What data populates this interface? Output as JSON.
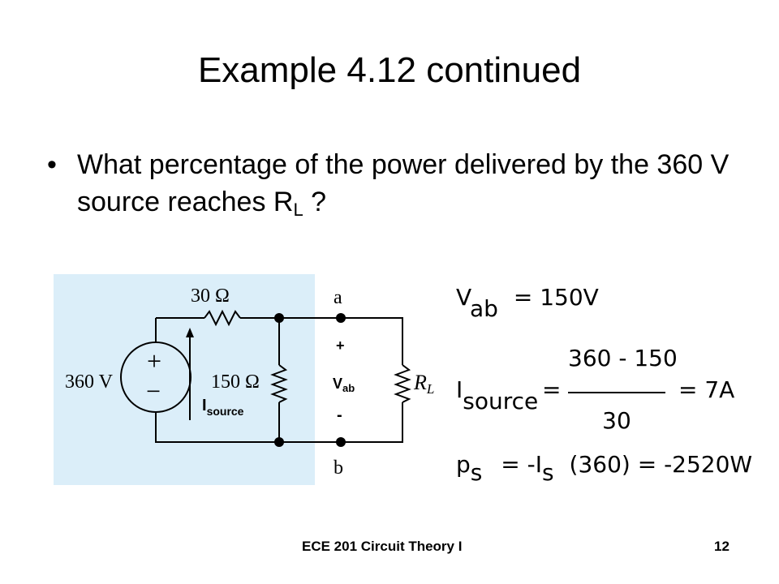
{
  "slide": {
    "title": "Example 4.12 continued",
    "bullet_marker": "•",
    "bullet_text_pre": "What percentage of the power delivered by the 360 V source reaches R",
    "bullet_sub": "L",
    "bullet_text_post": " ?"
  },
  "circuit": {
    "r_series": "30 Ω",
    "r_shunt": "150 Ω",
    "v_source": "360 V",
    "src_plus": "+",
    "src_minus": "−",
    "node_a": "a",
    "node_b": "b",
    "r_load": "R",
    "r_load_sub": "L",
    "isource_main": "I",
    "isource_sub": "source",
    "vab_plus": "+",
    "vab_main": "V",
    "vab_sub": "ab",
    "vab_minus": "-"
  },
  "equations": {
    "eq1_var": "V",
    "eq1_sub": "ab",
    "eq1_rhs": "=  150V",
    "eq2_var": "I",
    "eq2_sub": "source",
    "eq2_eq": "=",
    "eq2_num": "360  -  150",
    "eq2_den": "30",
    "eq2_result": "=  7A",
    "eq3_var": "p",
    "eq3_sub": "s",
    "eq3_mid": "=  -I",
    "eq3_sub2": "s",
    "eq3_rhs": "(360)  =  -2520W"
  },
  "footer": {
    "course": "ECE 201 Circuit Theory I",
    "page": "12"
  }
}
